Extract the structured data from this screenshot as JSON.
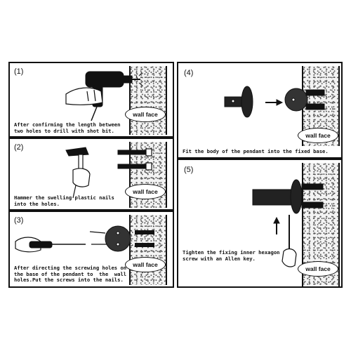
{
  "steps": [
    {
      "num": "(1)",
      "caption": "After confirming the length between\ntwo holes to drill with shot bit.",
      "wall_label": "wall face"
    },
    {
      "num": "(2)",
      "caption": "Hammer the swelling plastic nails\ninto the holes.",
      "wall_label": "wall face"
    },
    {
      "num": "(3)",
      "caption": "After directing the screwing holes on\nthe base of the pendant to  the  wall\nholes.Put the screws into the nails.",
      "wall_label": "wall face"
    },
    {
      "num": "(4)",
      "caption": "Fit the body of the pendant into the fixed base.",
      "wall_label": "wall face"
    },
    {
      "num": "(5)",
      "caption": "Tighten the fixing inner hexagon\nscrew with an Allen key.",
      "wall_label": "wall face"
    }
  ]
}
